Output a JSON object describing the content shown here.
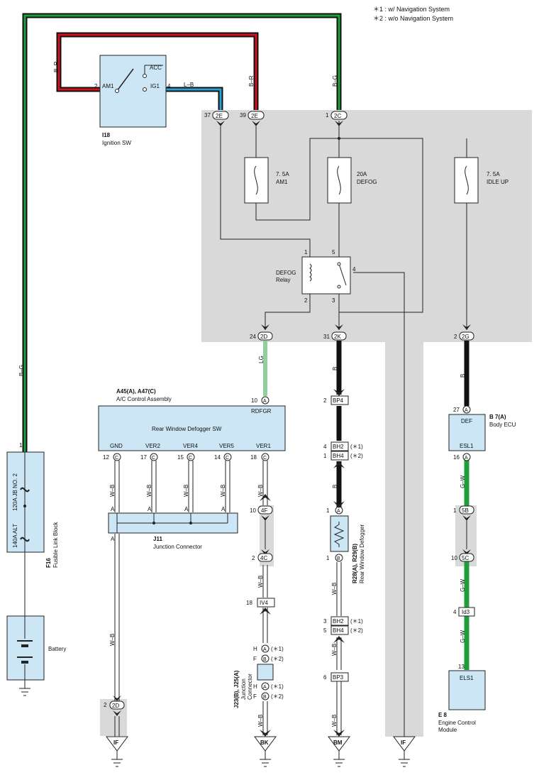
{
  "notes": {
    "n1": "＊1 : w/ Navigation System",
    "n2": "＊2 : w/o Navigation System"
  },
  "colors": {
    "gray_area": "#d9d9d9",
    "component_fill": "#cce6f5",
    "wire_green": "#1f9e3a",
    "wire_light_green": "#8fd19e",
    "wire_red": "#d0121b",
    "wire_blue": "#2a9fd8",
    "wire_black": "#111111"
  },
  "components": {
    "ignition": {
      "id": "I18",
      "name": "Ignition SW",
      "pin_am1": "AM1",
      "pin_acc": "ACC",
      "pin_ig1": "IG1",
      "pin2": "2",
      "pin4": "4"
    },
    "fuse_am1": {
      "rating": "7. 5A",
      "name": "AM1"
    },
    "fuse_defog": {
      "rating": "20A",
      "name": "DEFOG"
    },
    "fuse_idle": {
      "rating": "7. 5A",
      "name": "IDLE UP"
    },
    "relay": {
      "name1": "DEFOG",
      "name2": "Relay",
      "p1": "1",
      "p2": "2",
      "p3": "3",
      "p4": "4",
      "p5": "5"
    },
    "ac": {
      "id": "A45(A), A47(C)",
      "name": "A/C Control Assembly",
      "inner": "Rear Window Defogger SW",
      "rdfgr": "RDFGR",
      "pin_top": "10",
      "pin_top_letter": "A",
      "pins": [
        {
          "label": "GND",
          "num": "12",
          "letter": "C"
        },
        {
          "label": "VER2",
          "num": "17",
          "letter": "C"
        },
        {
          "label": "VER4",
          "num": "15",
          "letter": "C"
        },
        {
          "label": "VER5",
          "num": "14",
          "letter": "C"
        },
        {
          "label": "VER1",
          "num": "18",
          "letter": "C"
        }
      ]
    },
    "junction": {
      "id": "J11",
      "name": "Junction Connector",
      "a": "A"
    },
    "fusible": {
      "id": "F16",
      "name": "Fusible Link Block",
      "upper": "120A JB NO. 2",
      "lower": "140A ALT",
      "pin": "1"
    },
    "battery": {
      "name": "Battery"
    },
    "body_ecu": {
      "id": "B 7(A)",
      "name": "Body ECU",
      "def": "DEF",
      "esl1": "ESL1",
      "pin_top": "27",
      "pin_bot": "16",
      "letter": "A"
    },
    "ecm": {
      "id": "E 8",
      "name1": "Engine Control",
      "name2": "Module",
      "els1": "ELS1",
      "pin": "13"
    },
    "defogger": {
      "id": "R28(A), R29(B)",
      "name": "Rear Window Defogger",
      "pin_top": "1",
      "pin_bot": "1",
      "top_letter": "A",
      "bot_letter": "B"
    },
    "jc2325": {
      "id": "J23(B), J25(A)",
      "name1": "Junction",
      "name2": "Connector"
    }
  },
  "connectors": {
    "c37": {
      "num": "37",
      "code": "2E"
    },
    "c39": {
      "num": "39",
      "code": "2E"
    },
    "c1": {
      "num": "1",
      "code": "2C"
    },
    "c24": {
      "num": "24",
      "code": "2D"
    },
    "c31": {
      "num": "31",
      "code": "2K"
    },
    "c2g": {
      "num": "2",
      "code": "2G"
    },
    "bp4": {
      "num": "2",
      "code": "BP4"
    },
    "bh2a": {
      "num": "4",
      "code": "BH2",
      "note": "(＊1)"
    },
    "bh4a": {
      "num": "1",
      "code": "BH4",
      "note": "(＊2)"
    },
    "c4f": {
      "num": "10",
      "code": "4F"
    },
    "c4c": {
      "num": "2",
      "code": "4C"
    },
    "iv4": {
      "num": "18",
      "code": "IV4"
    },
    "bh2b": {
      "num": "3",
      "code": "BH2",
      "note": "(＊1)"
    },
    "bh4b": {
      "num": "5",
      "code": "BH4",
      "note": "(＊2)"
    },
    "bp3": {
      "num": "6",
      "code": "BP3"
    },
    "c5b": {
      "num": "1",
      "code": "5B"
    },
    "c5c": {
      "num": "10",
      "code": "5C"
    },
    "id3": {
      "num": "4",
      "code": "Id3"
    },
    "c2d_gnd": {
      "num": "2",
      "code": "2D"
    },
    "jc_h1": {
      "pin": "H",
      "letter": "A",
      "note": "(＊1)"
    },
    "jc_f1": {
      "pin": "F",
      "letter": "B",
      "note": "(＊2)"
    },
    "jc_h2": {
      "pin": "H",
      "letter": "A",
      "note": "(＊1)"
    },
    "jc_f2": {
      "pin": "F",
      "letter": "B",
      "note": "(＊2)"
    }
  },
  "wires": {
    "bg": "B–G",
    "br": "B–R",
    "lb": "L–B",
    "lg": "LG",
    "b": "B",
    "wb": "W–B",
    "gw": "G–W"
  },
  "grounds": [
    "IF",
    "BK",
    "BM",
    "IF"
  ]
}
